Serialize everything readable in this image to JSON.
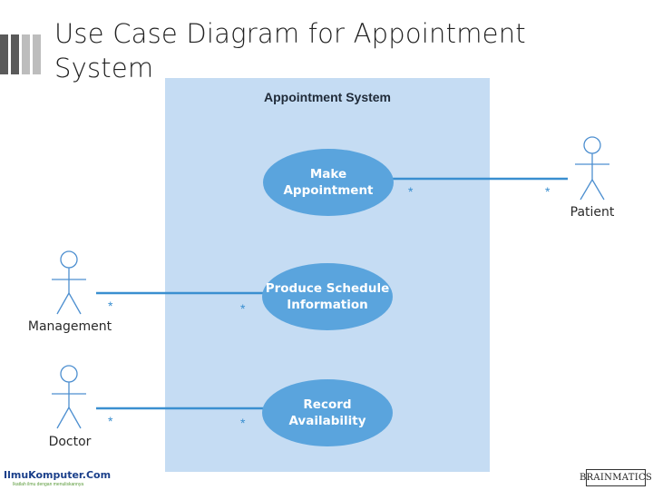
{
  "slide": {
    "title": "Use Case Diagram for Appointment System",
    "footer_logo_left": "IlmuKomputer.Com",
    "footer_logo_left_tagline": "Ikatlah ilmu dengan menuliskannya",
    "footer_logo_right": "BRAINMATICS"
  },
  "colors": {
    "system_fill": "#c5dcf3",
    "usecase_fill": "#5aa4dd",
    "connector": "#3a8fd0",
    "deco_bar_dark": "#5a5a5a",
    "deco_bar_light": "#bdbdbd"
  },
  "diagram": {
    "system_name": "Appointment System",
    "use_cases": [
      {
        "id": "make-appointment",
        "label": "Make\nAppointment"
      },
      {
        "id": "produce-schedule",
        "label": "Produce Schedule\nInformation"
      },
      {
        "id": "record-availability",
        "label": "Record\nAvailability"
      }
    ],
    "actors": [
      {
        "id": "patient",
        "label": "Patient"
      },
      {
        "id": "management",
        "label": "Management"
      },
      {
        "id": "doctor",
        "label": "Doctor"
      }
    ],
    "associations": [
      {
        "actor": "patient",
        "use_case": "make-appointment",
        "actor_multiplicity": "*",
        "use_case_multiplicity": "*"
      },
      {
        "actor": "management",
        "use_case": "produce-schedule",
        "actor_multiplicity": "*",
        "use_case_multiplicity": "*"
      },
      {
        "actor": "doctor",
        "use_case": "record-availability",
        "actor_multiplicity": "*",
        "use_case_multiplicity": "*"
      }
    ]
  }
}
